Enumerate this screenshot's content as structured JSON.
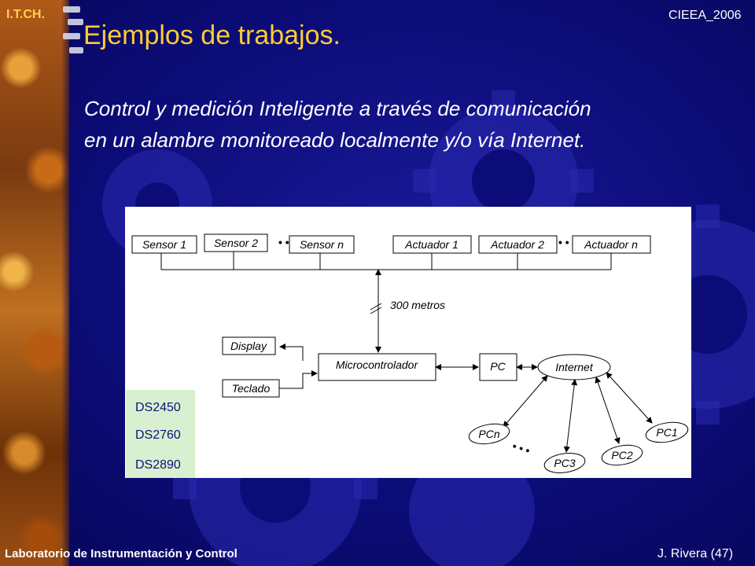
{
  "header": {
    "org": "I.T.CH.",
    "event": "CIEEA_2006",
    "title": "Ejemplos de trabajos.",
    "subtitle_lines": [
      "Control y medición Inteligente a través de comunicación",
      "en un alambre monitoreado localmente y/o vía Internet."
    ]
  },
  "diagram": {
    "sensors": [
      "Sensor 1",
      "Sensor 2",
      "Sensor n"
    ],
    "actuators": [
      "Actuador 1",
      "Actuador 2",
      "Actuador n"
    ],
    "distance_label": "300 metros",
    "microcontroller": "Microcontrolador",
    "display": "Display",
    "keypad": "Teclado",
    "pc": "PC",
    "internet": "Internet",
    "remote_pcs": [
      "PCn",
      "PC3",
      "PC2",
      "PC1"
    ]
  },
  "chips": [
    "DS2450",
    "DS2760",
    "DS2890"
  ],
  "footer": {
    "lab": "Laboratorio de Instrumentación y Control",
    "author": "J. Rivera (47)"
  },
  "colors": {
    "background": "#0c0c78",
    "title": "#ffcc33",
    "org": "#ffd24a",
    "chip_panel": "#d8f0d0"
  }
}
